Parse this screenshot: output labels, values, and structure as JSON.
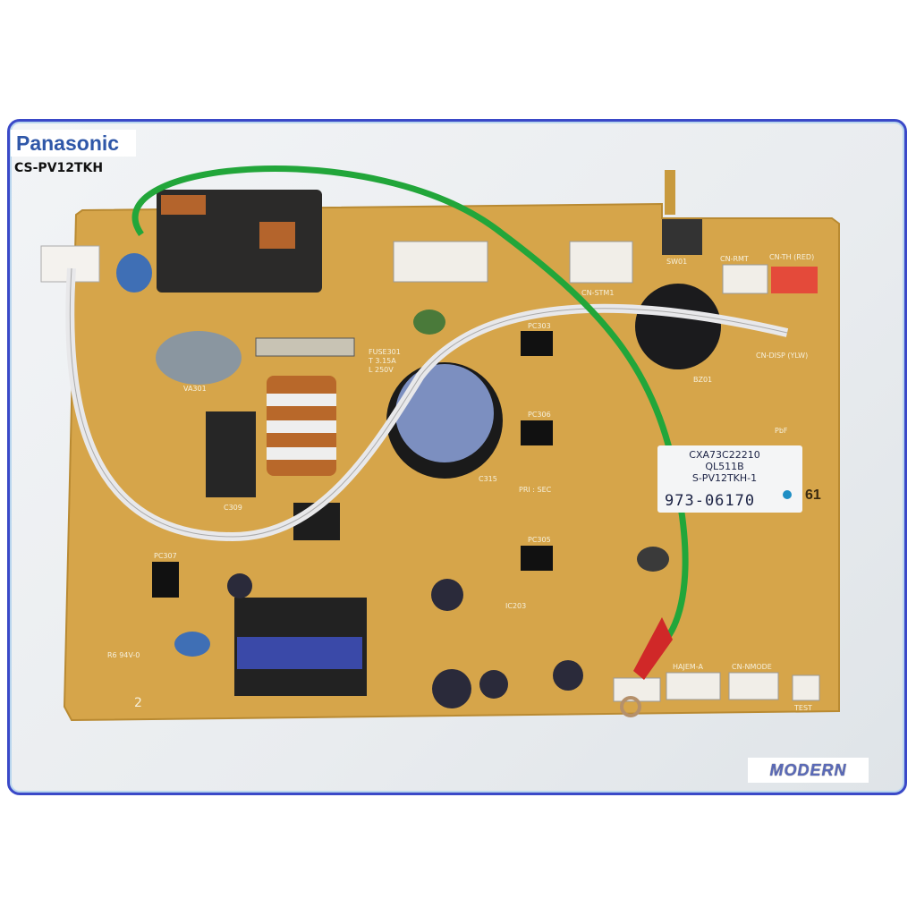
{
  "brand": "Panasonic",
  "model": "CS-PV12TKH",
  "label": {
    "line1": "CXA73C22210",
    "line2": "QL511B",
    "line3": "S-PV12TKH-1",
    "serial": "973-06170"
  },
  "silkscreen": {
    "fuse": "FUSE301",
    "fuse_rating1": "T 3.15A",
    "fuse_rating2": "L 250V",
    "cap_main": "C315",
    "pc306": "PC306",
    "pc303": "PC303",
    "pc305": "PC305",
    "pc307": "PC307",
    "buzzer": "BZ01",
    "sw": "SW01",
    "cn_rmt": "CN-RMT",
    "cn_stm1": "CN-STM1",
    "cn_th": "CN-TH (RED)",
    "cn_disp": "CN-DISP (YLW)",
    "hajem": "HAJEM-A",
    "cn_nmode": "CN-NMODE",
    "test": "TEST",
    "pbf": "PbF",
    "va301": "VA301",
    "c309": "C309",
    "ic203": "IC203",
    "pri_sec": "PRI : SEC",
    "rating": "R6 94V-0",
    "board_num": "2",
    "side_num": "61"
  },
  "watermark": "MODERN",
  "colors": {
    "frame": "#3a49c8",
    "board": "#d9a84a",
    "wire_green": "#22a63a",
    "brand_blue": "#2f57a8"
  }
}
